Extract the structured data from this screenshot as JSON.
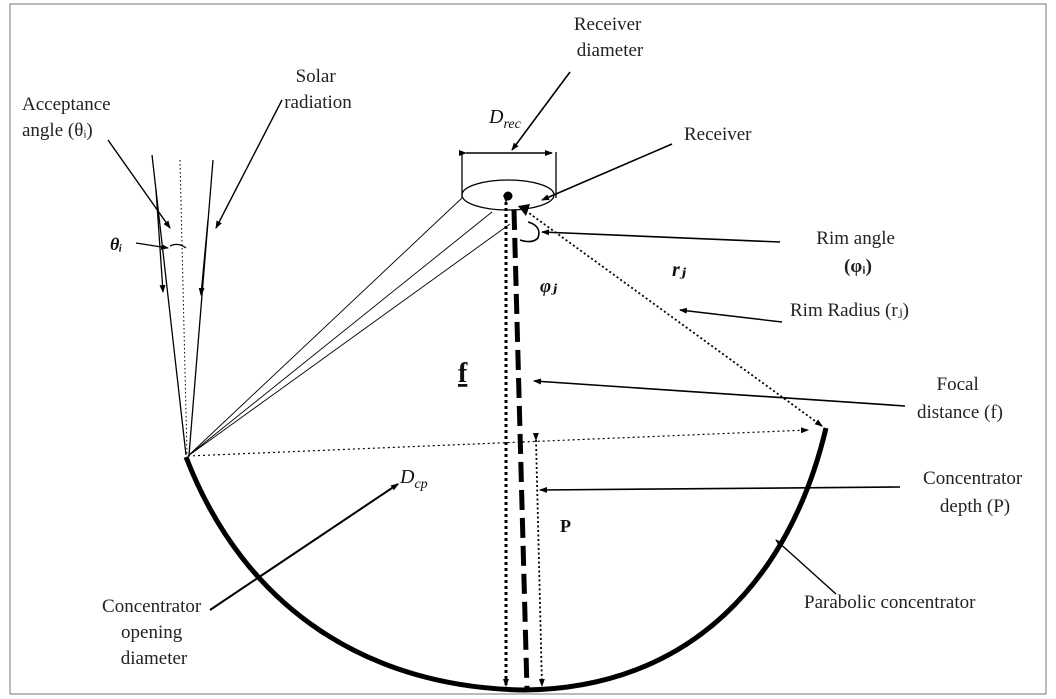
{
  "labels": {
    "acceptance_angle": [
      "Acceptance",
      "angle (θᵢ)"
    ],
    "solar_radiation": [
      "Solar",
      "radiation"
    ],
    "receiver_diameter": [
      "Receiver",
      "diameter"
    ],
    "receiver": "Receiver",
    "rim_angle": [
      "Rim angle",
      "(φᵢ)"
    ],
    "rim_radius": "Rim Radius (rⱼ)",
    "focal_distance": [
      "Focal",
      "distance (f)"
    ],
    "concentrator_depth": [
      "Concentrator",
      "depth (P)"
    ],
    "concentrator_opening": [
      "Concentrator",
      "opening",
      "diameter"
    ],
    "parabolic_concentrator": "Parabolic concentrator"
  },
  "symbols": {
    "theta": "θᵢ",
    "d_rec": "D",
    "d_rec_sub": "rec",
    "phi": "φⱼ",
    "r": "rⱼ",
    "f": "f",
    "d_cp": "D",
    "d_cp_sub": "cp",
    "p": "P"
  },
  "colors": {
    "stroke": "#000000",
    "text": "#222222",
    "frame": "#8c8c8c"
  }
}
